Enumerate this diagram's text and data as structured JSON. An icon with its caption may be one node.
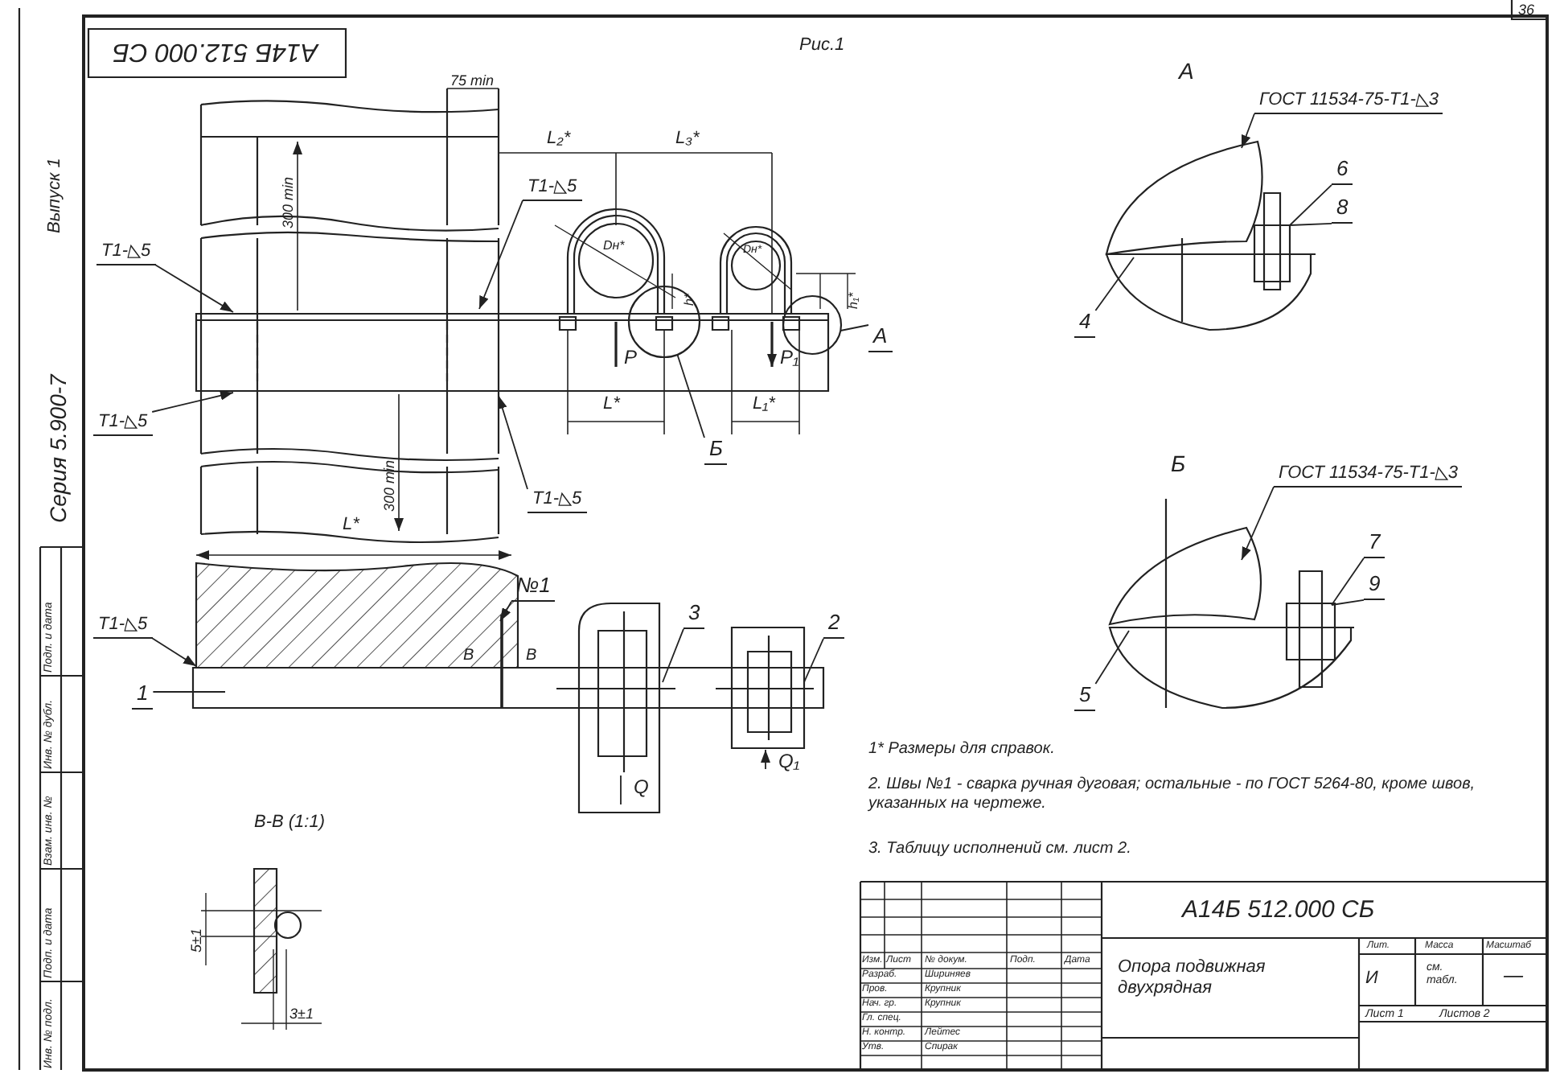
{
  "diagram": {
    "nodes": [
      {
        "text": [
          "Т1-◺5"
        ]
      },
      {
        "text": [
          "Т1-◺5"
        ]
      },
      {
        "text": [
          "Т1-◺5"
        ]
      },
      {
        "text": [
          "Т1-◺5"
        ]
      },
      {
        "text": [
          "А"
        ]
      },
      {
        "text": [],
        "shape": "circle"
      },
      {
        "text": [
          "Б"
        ]
      },
      {
        "text": [],
        "shape": "circle"
      },
      {
        "text": [
          "Т1-◺5"
        ]
      },
      {
        "text": [
          "1"
        ]
      },
      {
        "text": [
          "№1"
        ]
      },
      {
        "text": [
          "3"
        ]
      },
      {
        "text": [
          "2"
        ]
      },
      {
        "text": [
          "ГОСТ 11534-75-Т1-◺3"
        ]
      },
      {
        "text": [
          "6"
        ]
      },
      {
        "text": [
          "8"
        ]
      },
      {
        "text": [
          "4"
        ]
      },
      {
        "text": [
          "ГОСТ 11534-75-Т1-◺3"
        ]
      },
      {
        "text": [
          "7"
        ]
      },
      {
        "text": [
          "9"
        ]
      },
      {
        "text": [
          "5"
        ]
      }
    ],
    "edges": [
      {
        "from": 0,
        "to": null,
        "arrow": "to"
      },
      {
        "from": 1,
        "to": null,
        "arrow": "to"
      },
      {
        "from": 2,
        "to": null,
        "arrow": "to"
      },
      {
        "from": 3,
        "to": null,
        "arrow": "to"
      },
      {
        "from": 4,
        "to": 7,
        "arrow": "none"
      },
      {
        "from": 6,
        "to": 5,
        "arrow": "none"
      },
      {
        "from": 8,
        "to": null,
        "arrow": "to"
      },
      {
        "from": 9,
        "to": null,
        "arrow": "none"
      },
      {
        "from": 10,
        "to": null,
        "arrow": "to"
      },
      {
        "from": 11,
        "to": null,
        "arrow": "none"
      },
      {
        "from": 12,
        "to": null,
        "arrow": "none"
      },
      {
        "from": 13,
        "to": null,
        "arrow": "to"
      },
      {
        "from": 14,
        "to": null,
        "arrow": "none"
      },
      {
        "from": 15,
        "to": null,
        "arrow": "none"
      },
      {
        "from": 16,
        "to": null,
        "arrow": "none"
      },
      {
        "from": 17,
        "to": null,
        "arrow": "to"
      },
      {
        "from": 18,
        "to": null,
        "arrow": "none"
      },
      {
        "from": 19,
        "to": null,
        "arrow": "none"
      },
      {
        "from": 20,
        "to": null,
        "arrow": "none"
      }
    ],
    "labels": [
      "36",
      "А14Б 512.000 СБ",
      "Рис.1",
      "Выпуск 1",
      "Серия 5.900-7",
      "75 min",
      "L₂*",
      "L₃*",
      "300 min",
      "Dн*",
      "h*",
      "Dн*",
      "h₁*",
      "P",
      "P₁",
      "L*",
      "L₁*",
      "300 min",
      "L*",
      "В",
      "В",
      "Q",
      "Q₁",
      "В-В (1:1)",
      "5±1",
      "3±1",
      "А",
      "Б",
      "1* Размеры для справок.",
      "2. Швы №1 - сварка ручная дуговая; остальные - по ГОСТ 5264-80, кроме швов, указанных на чертеже.",
      "3. Таблицу исполнений см. лист 2.",
      "Подп. и дата",
      "Инв. № дубл.",
      "Взам. инв. №",
      "Подп. и дата",
      "Инв. № подл.",
      "А14Б 512.000 СБ",
      "Изм.",
      "Лист",
      "№ докум.",
      "Подп.",
      "Дата",
      "Опора подвижная двухрядная",
      "Лит.",
      "Масса",
      "Масштаб",
      "Разраб.",
      "Шириняев",
      "Пров.",
      "Крупник",
      "И",
      "см. табл.",
      "—",
      "Нач. гр.",
      "Крупник",
      "Лист 1",
      "Листов 2",
      "Гл. спец.",
      "Н. контр.",
      "Лейтес",
      "Утв.",
      "Спирак"
    ]
  }
}
